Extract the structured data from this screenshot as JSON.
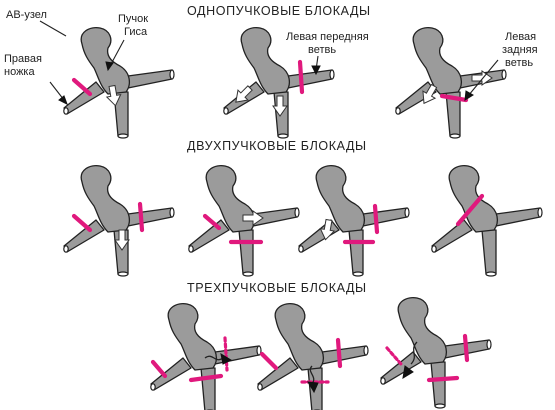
{
  "sections": {
    "single": "ОДНОПУЧКОВЫЕ БЛОКАДЫ",
    "double": "ДВУХПУЧКОВЫЕ БЛОКАДЫ",
    "triple": "ТРЕХПУЧКОВЫЕ БЛОКАДЫ"
  },
  "labels": {
    "av_node": "АВ-узел",
    "his_bundle_1": "Пучок",
    "his_bundle_2": "Гиса",
    "right_bundle_1": "Правая",
    "right_bundle_2": "ножка",
    "left_anterior_1": "Левая передняя",
    "left_anterior_2": "ветвь",
    "left_posterior_1": "Левая",
    "left_posterior_2": "задняя",
    "left_posterior_3": "ветвь"
  },
  "colors": {
    "tissue": "#9b9b9b",
    "block": "#e0197d",
    "outline": "#222222"
  }
}
